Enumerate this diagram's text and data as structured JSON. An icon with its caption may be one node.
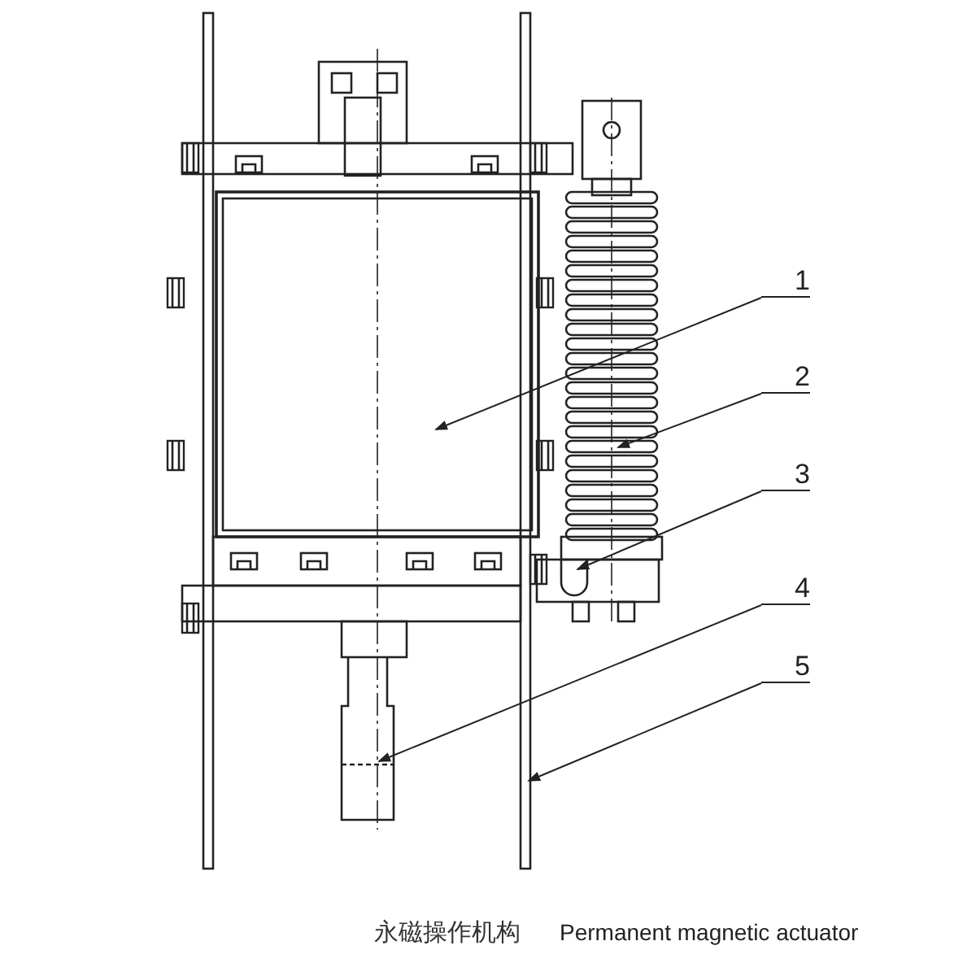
{
  "diagram": {
    "nodes": [
      {
        "text": [
          "1"
        ]
      },
      {
        "text": [
          "2"
        ]
      },
      {
        "text": [
          "3"
        ]
      },
      {
        "text": [
          "4"
        ]
      },
      {
        "text": [
          "5"
        ]
      }
    ],
    "edges": [
      {
        "from": 0,
        "to": null,
        "arrow": "to"
      },
      {
        "from": 1,
        "to": null,
        "arrow": "to"
      },
      {
        "from": 2,
        "to": null,
        "arrow": "to"
      },
      {
        "from": 3,
        "to": null,
        "arrow": "to"
      },
      {
        "from": 4,
        "to": null,
        "arrow": "to"
      }
    ],
    "labels": [
      "永磁操作机构",
      "Permanent magnetic actuator"
    ]
  }
}
